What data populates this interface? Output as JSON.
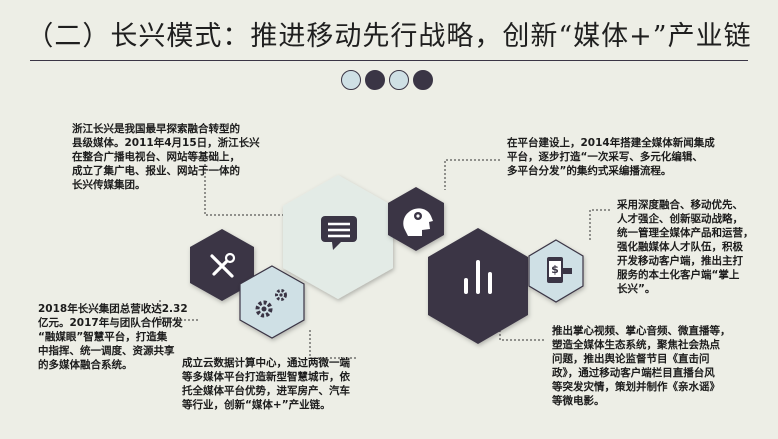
{
  "title": "（二）长兴模式：推进移动先行战略，创新“媒体+”产业链",
  "palette": {
    "dark": "#3a3545",
    "light_hex": "#e3ebe6",
    "pale_blue": "#cfe0e5",
    "background": "#edeee6"
  },
  "dots": [
    {
      "fill": "#cfe0e5"
    },
    {
      "fill": "#3a3545"
    },
    {
      "fill": "#cfe0e5"
    },
    {
      "fill": "#3a3545"
    }
  ],
  "icons": [
    "wrench-screwdriver-icon",
    "gears-icon",
    "chat-message-icon",
    "head-gears-icon",
    "bar-chart-icon",
    "phone-money-icon"
  ],
  "text_blocks": [
    {
      "name": "text-block-2011",
      "lines": [
        "浙江长兴是我国最早探索融合转型的",
        "县级媒体。2011年4月15日，浙江长兴",
        "在整合广播电视台、网站等基础上，",
        "成立了集广电、报业、网站于一体的",
        "长兴传媒集团。"
      ]
    },
    {
      "name": "text-block-2014",
      "lines": [
        "在平台建设上，2014年搭建全媒体新闻集成",
        "平台，逐步打造“一次采写、多元化编辑、",
        "多平台分发”的集约式采编播流程。"
      ]
    },
    {
      "name": "text-block-strategy",
      "lines": [
        "采用深度融合、移动优先、",
        "人才强企、创新驱动战略，",
        "统一管理全媒体产品和运营，",
        "强化融媒体人才队伍，积极",
        "开发移动客户端，推出主打",
        "服务的本土化客户端“掌上",
        "长兴”。"
      ]
    },
    {
      "name": "text-block-2018",
      "lines": [
        "2018年长兴集团总营收达2.32",
        "亿元。2017年与团队合作研发",
        "“融媒眼”智慧平台，打造集",
        "中指挥、统一调度、资源共享",
        "的多媒体融合系统。"
      ]
    },
    {
      "name": "text-block-cloud",
      "lines": [
        "成立云数据计算中心，通过两微一端",
        "等多媒体平台打造新型智慧城市，依",
        "托全媒体平台优势，进军房产、汽车",
        "等行业，创新“媒体+”产业链。"
      ]
    },
    {
      "name": "text-block-mobile",
      "lines": [
        "推出掌心视频、掌心音频、微直播等，",
        "塑造全媒体生态系统，聚焦社会热点",
        "问题，推出舆论监督节目《直击问",
        "政》，通过移动客户端栏目直播台风",
        "等突发灾情，策划并制作《亲水谣》",
        "等微电影。"
      ]
    }
  ]
}
